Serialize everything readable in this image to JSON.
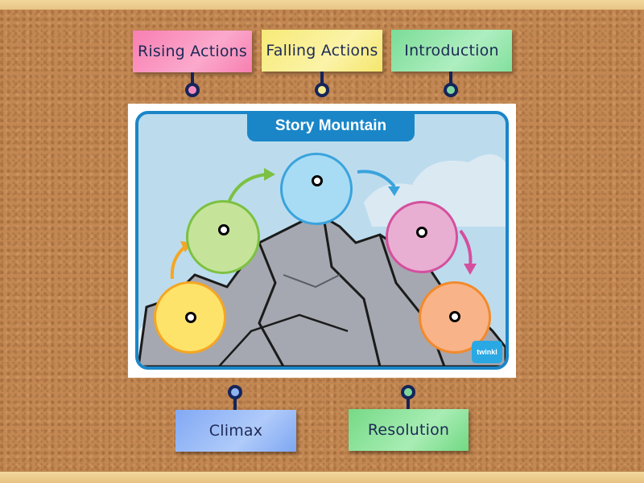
{
  "game": {
    "type": "labelled-diagram",
    "poster": {
      "title": "Story Mountain",
      "logo": "twinkl"
    },
    "labels": [
      {
        "id": "rising-actions",
        "text": "Rising Actions",
        "color": "#f77fb0",
        "pin_color": "#f28cc0"
      },
      {
        "id": "falling-actions",
        "text": "Falling Actions",
        "color": "#f8ec7e",
        "pin_color": "#f5ea8e"
      },
      {
        "id": "introduction",
        "text": "Introduction",
        "color": "#86dfa0",
        "pin_color": "#7fd6a0"
      },
      {
        "id": "climax",
        "text": "Climax",
        "color": "#86aef5",
        "pin_color": "#8fb3f0"
      },
      {
        "id": "resolution",
        "text": "Resolution",
        "color": "#7ddf8c",
        "pin_color": "#7ed89a"
      }
    ],
    "stages": [
      {
        "id": "stage-1",
        "color": "#fde36a",
        "border": "#f5a623"
      },
      {
        "id": "stage-2",
        "color": "#c6e39a",
        "border": "#7cc142"
      },
      {
        "id": "stage-3",
        "color": "#a8dcf5",
        "border": "#3aa3dc"
      },
      {
        "id": "stage-4",
        "color": "#e9afd2",
        "border": "#d4509e"
      },
      {
        "id": "stage-5",
        "color": "#f9b388",
        "border": "#f28a2c"
      }
    ]
  }
}
